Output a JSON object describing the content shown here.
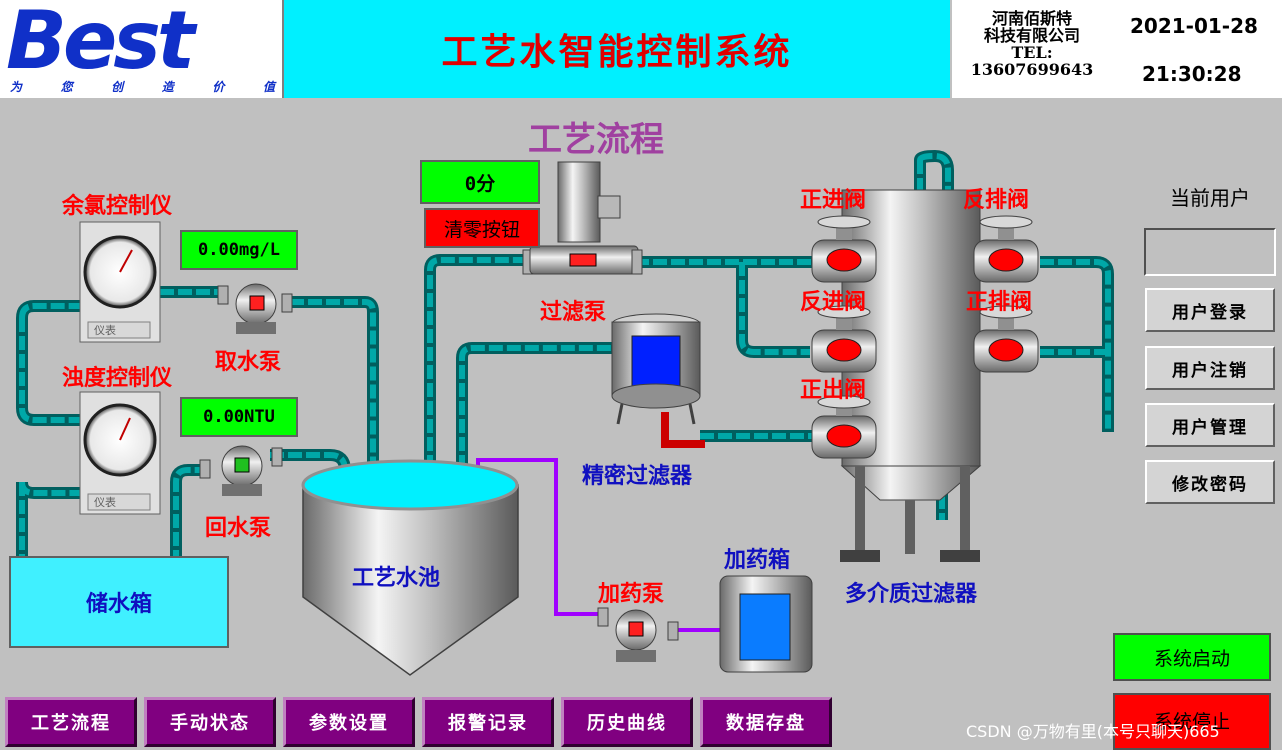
{
  "header": {
    "logo_text": "Best",
    "logo_slogan": [
      "为",
      "您",
      "创",
      "造",
      "价",
      "值"
    ],
    "title": "工艺水智能控制系统",
    "company": {
      "line1": "河南佰斯特",
      "line2": "科技有限公司",
      "line3": "TEL:",
      "phone": "13607699643"
    },
    "date": "2021-01-28",
    "time": "21:30:28"
  },
  "section_title": "工艺流程",
  "counter": {
    "value": "0分",
    "clear_button": "清零按钮"
  },
  "chlorine_meter": {
    "label": "余氯控制仪",
    "reading": "0.00mg/L",
    "plate": "仪表"
  },
  "turbidity_meter": {
    "label": "浊度控制仪",
    "reading": "0.00NTU",
    "plate": "仪表"
  },
  "equipment": {
    "intake_pump": "取水泵",
    "return_pump": "回水泵",
    "filter_pump": "过滤泵",
    "precision_filter": "精密过滤器",
    "storage_tank": "储水箱",
    "process_pool": "工艺水池",
    "dosing_pump": "加药泵",
    "dosing_tank": "加药箱",
    "multimedia_filter": "多介质过滤器"
  },
  "valves": {
    "forward_in": "正进阀",
    "reverse_drain": "反排阀",
    "reverse_in": "反进阀",
    "forward_drain": "正排阀",
    "forward_out": "正出阀"
  },
  "user_panel": {
    "current_user_label": "当前用户",
    "current_user": "",
    "buttons": [
      "用户登录",
      "用户注销",
      "用户管理",
      "修改密码"
    ]
  },
  "system": {
    "start": "系统启动",
    "stop": "系统停止"
  },
  "nav": [
    "工艺流程",
    "手动状态",
    "参数设置",
    "报警记录",
    "历史曲线",
    "数据存盘"
  ],
  "watermark": "CSDN @万物有里(本号只聊天)665",
  "colors": {
    "pipe": "#008b8b",
    "water": "#00f0ff",
    "dosing_line": "#a000ff",
    "valve_indicator": "#ff0000",
    "accent_purple": "#800080"
  }
}
